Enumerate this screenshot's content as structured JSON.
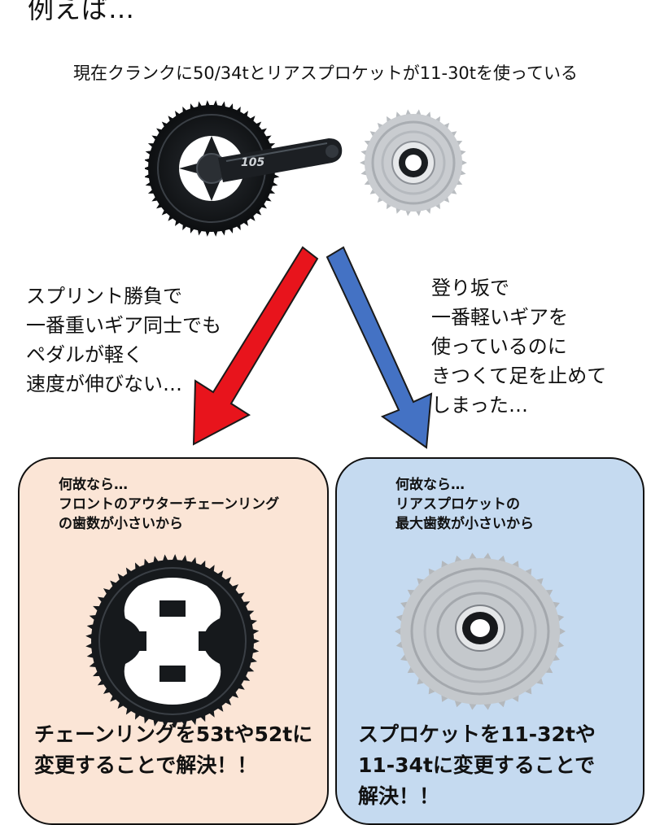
{
  "heading": "例えば…",
  "intro": "現在クランクに50/34tとリアスプロケットが11-30tを使っている",
  "images": {
    "crankset_logo": "105"
  },
  "left": {
    "caption_lines": [
      "スプリント勝負で",
      "一番重いギア同士でも",
      "ペダルが軽く",
      "速度が伸びない…"
    ],
    "reason_lines": [
      "何故なら…",
      "フロントのアウターチェーンリング",
      "の歯数が小さいから"
    ],
    "solution_lines": [
      "チェーンリングを53tや52tに",
      "変更することで解決！！"
    ]
  },
  "right": {
    "caption_lines": [
      "登り坂で",
      "一番軽いギアを",
      "使っているのに",
      "きつくて足を止めて",
      "しまった…"
    ],
    "reason_lines": [
      "何故なら…",
      "リアスプロケットの",
      "最大歯数が小さいから"
    ],
    "solution_lines": [
      "スプロケットを11-32tや",
      "11-34tに変更することで",
      "解決！！"
    ]
  },
  "colors": {
    "left_box": "#fbe5d6",
    "right_box": "#c5daf0",
    "red_arrow": "#e8141c",
    "blue_arrow": "#4472c4"
  }
}
